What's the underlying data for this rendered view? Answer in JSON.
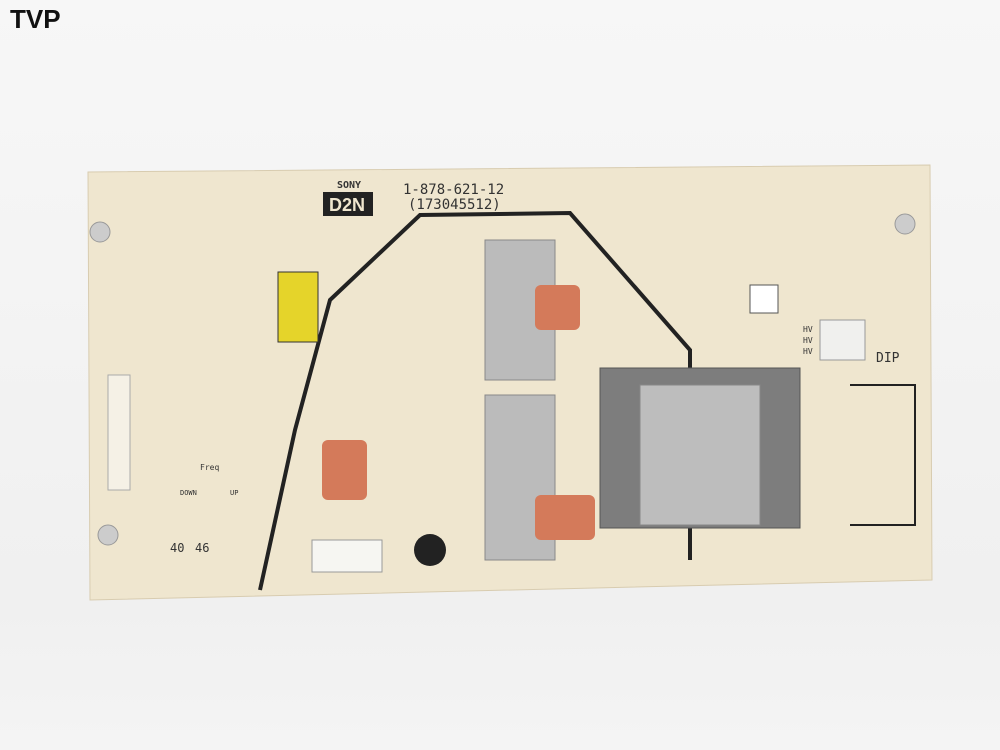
{
  "watermark": "TVP",
  "board": {
    "brand": "SONY",
    "model": "D2N",
    "part_number": "1-878-621-12",
    "serial": "(173045512)",
    "dip_label": "DIP",
    "hv_labels": [
      "HV",
      "HV",
      "HV"
    ],
    "jumper_values": [
      "40",
      "46"
    ],
    "freq_label": "Freq",
    "down_label": "DOWN",
    "up_label": "UP",
    "colors": {
      "board": "#efe6cf",
      "silk": "#222222",
      "capacitor": "#d47a5a",
      "transformer": "#7d7d7d"
    }
  }
}
